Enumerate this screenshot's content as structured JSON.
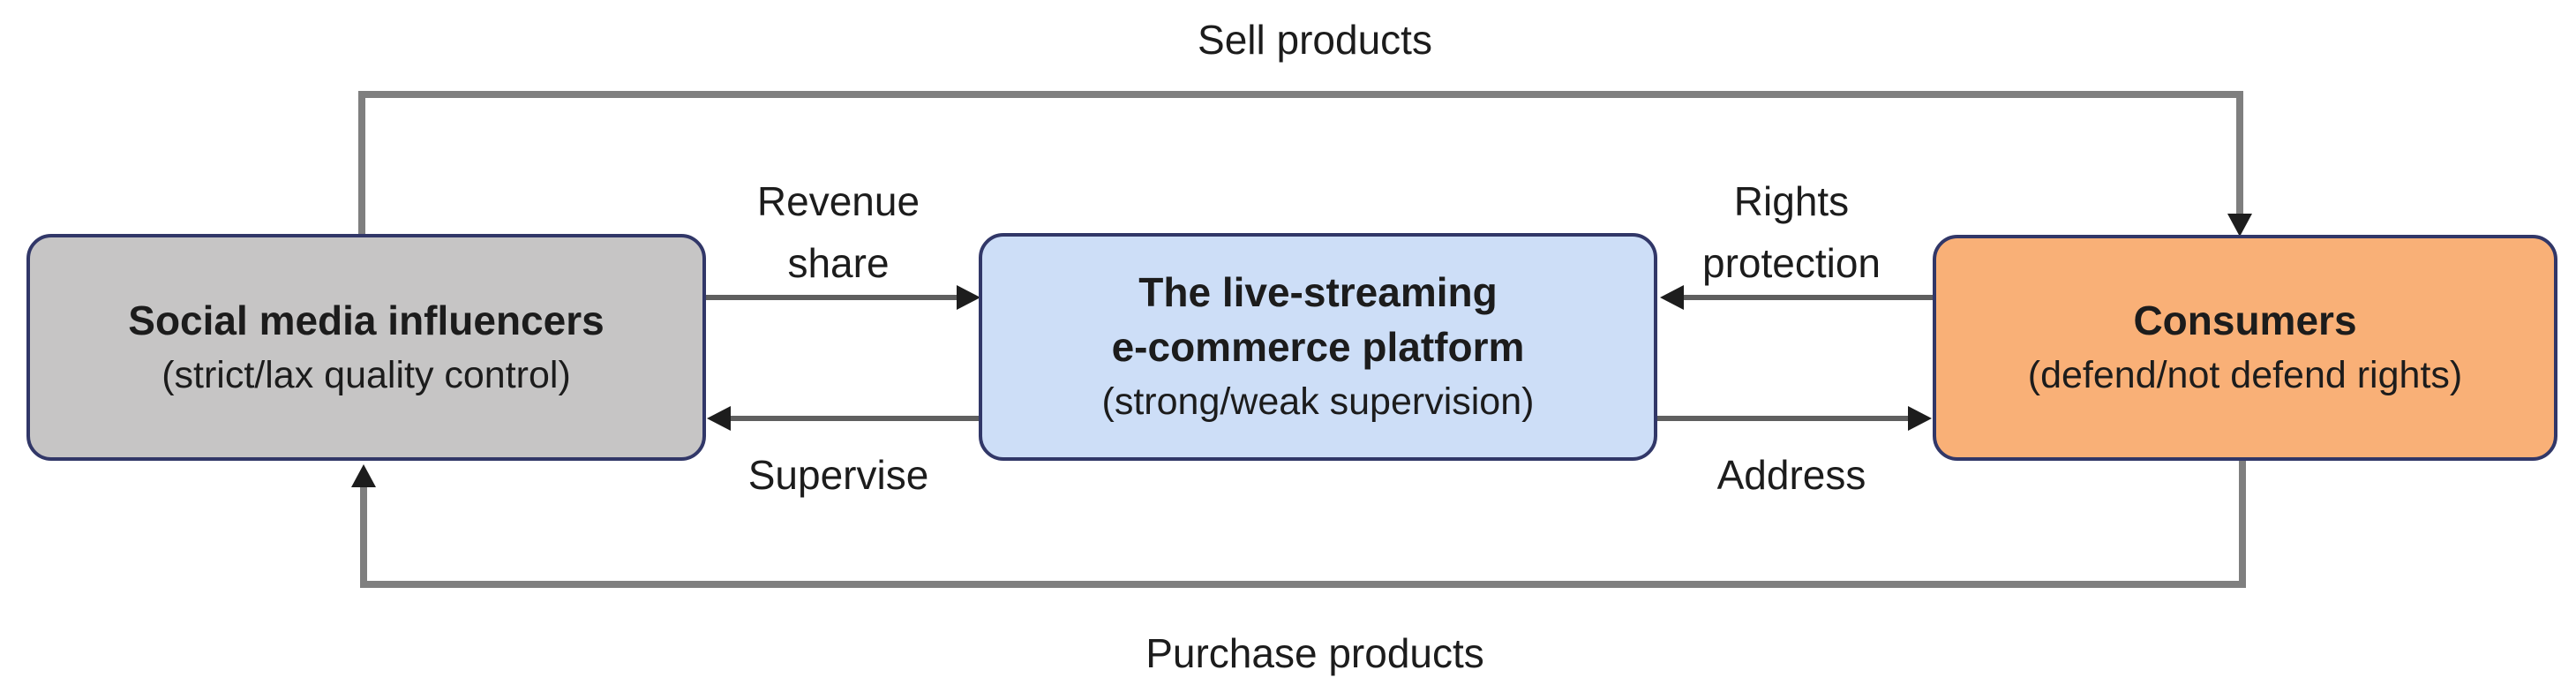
{
  "nodes": {
    "influencers": {
      "title": "Social media influencers",
      "subtitle": "(strict/lax quality control)",
      "fill": "#c6c5c5",
      "border": "#313768"
    },
    "platform": {
      "title": "The live-streaming\ne-commerce platform",
      "subtitle": "(strong/weak supervision)",
      "fill": "#cddef7",
      "border": "#313768"
    },
    "consumers": {
      "title": "Consumers",
      "subtitle": "(defend/not defend rights)",
      "fill": "#f9b077",
      "border": "#313768"
    }
  },
  "edges": {
    "sell_products": "Sell products",
    "purchase_products": "Purchase products",
    "revenue_share": "Revenue\nshare",
    "supervise": "Supervise",
    "rights_protection": "Rights\nprotection",
    "address": "Address"
  },
  "edge_directions": {
    "sell_products": "influencers -> consumers (over the top)",
    "purchase_products": "consumers -> influencers (under the bottom)",
    "revenue_share": "influencers -> platform",
    "supervise": "platform -> influencers",
    "rights_protection": "consumers -> platform",
    "address": "platform -> consumers"
  },
  "colors": {
    "loop_line": "#7f7f7f",
    "connector_line": "#5f5f5f",
    "arrowhead": "#1d1d1d",
    "text": "#1c1c1c",
    "background": "#ffffff"
  }
}
